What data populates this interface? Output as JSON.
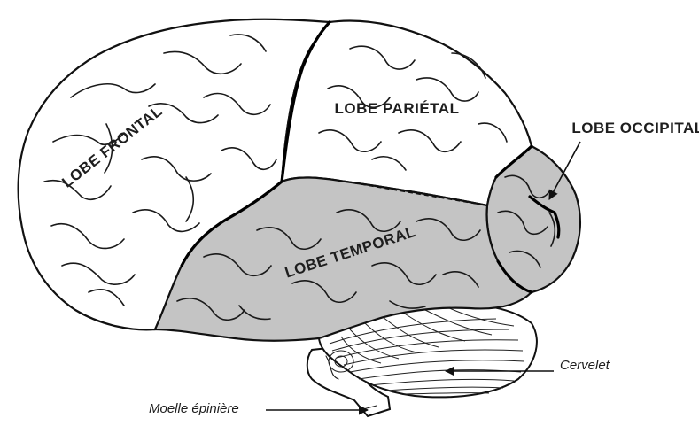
{
  "labels": {
    "frontal": "LOBE FRONTAL",
    "parietal": "LOBE PARIÉTAL",
    "occipital": "LOBE OCCIPITAL",
    "temporal": "LOBE TEMPORAL",
    "cerebellum": "Cervelet",
    "spinal_cord": "Moelle épinière"
  },
  "colors": {
    "white_lobes": "#ffffff",
    "shaded_lobes": "#c4c4c4",
    "outline": "#111111"
  }
}
